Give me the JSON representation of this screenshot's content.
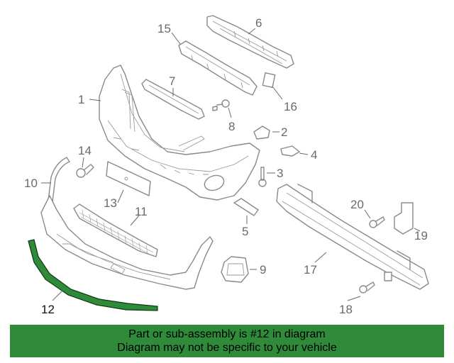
{
  "callouts": {
    "c1": "1",
    "c2": "2",
    "c3": "3",
    "c4": "4",
    "c5": "5",
    "c6": "6",
    "c7": "7",
    "c8": "8",
    "c9": "9",
    "c10": "10",
    "c11": "11",
    "c12": "12",
    "c13": "13",
    "c14": "14",
    "c15": "15",
    "c16": "16",
    "c17": "17",
    "c18": "18",
    "c19": "19",
    "c20": "20"
  },
  "highlighted_part": "12",
  "colors": {
    "banner": "#2f8a3a",
    "highlight": "#2f8a3a",
    "lines": "#8a8a8a"
  },
  "banner": {
    "line1": "Part or sub-assembly is #12 in diagram",
    "line2": "Diagram may not be specific to your vehicle"
  }
}
